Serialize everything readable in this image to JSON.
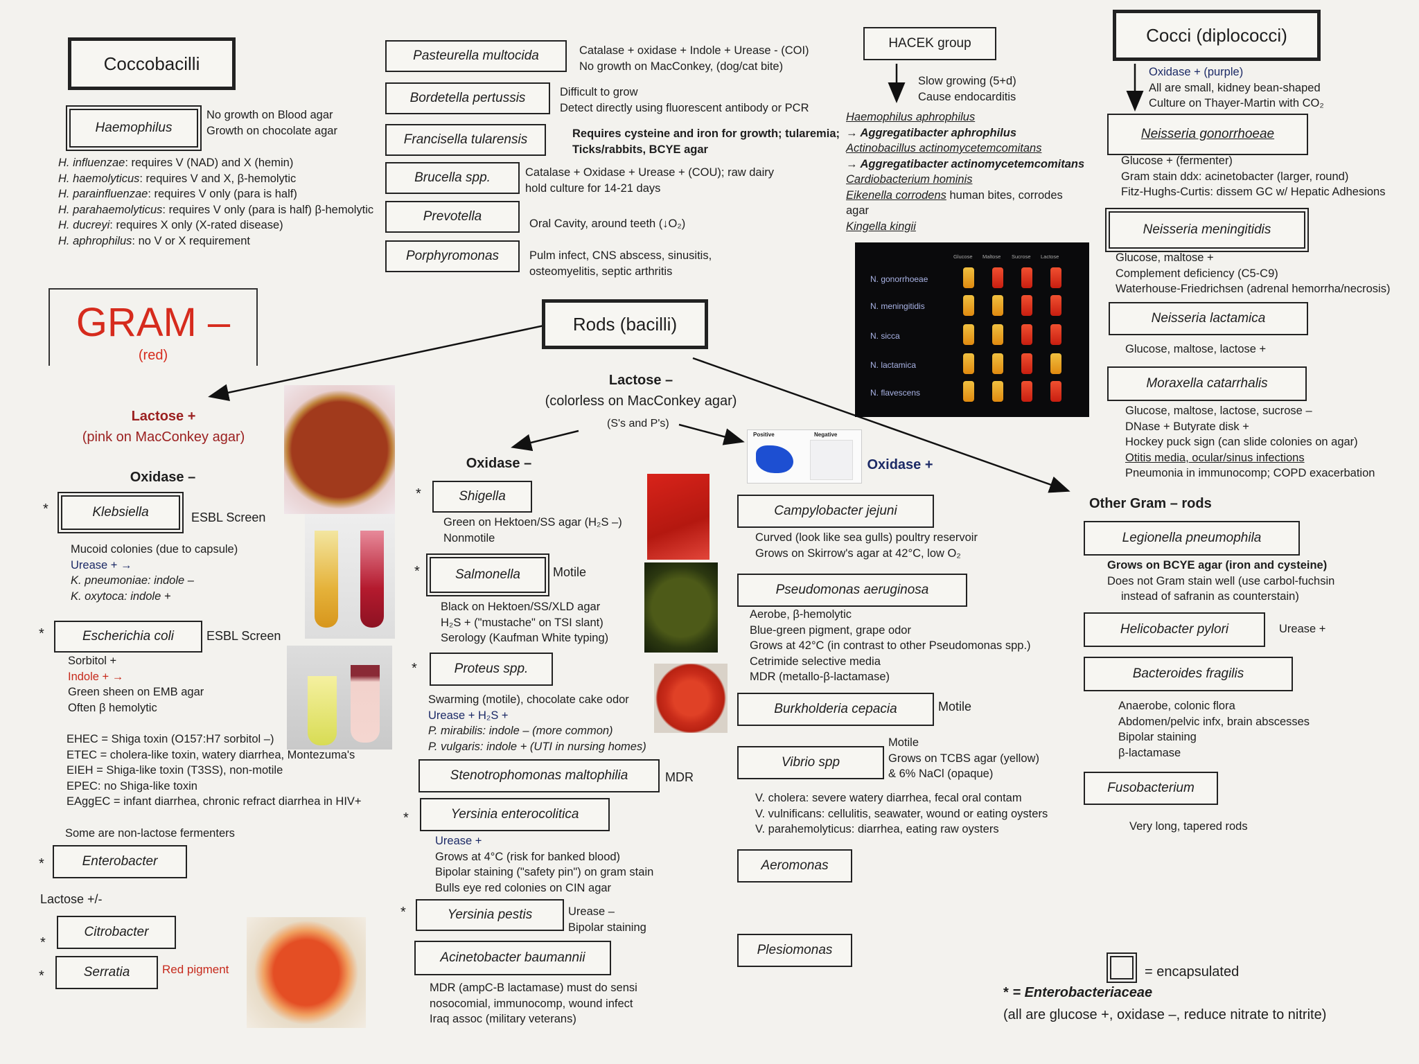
{
  "coccobacilli": {
    "title": "Coccobacilli",
    "haemophilus": {
      "box": "Haemophilus",
      "notes": [
        "No growth on Blood agar",
        "Growth on chocolate agar"
      ],
      "species": [
        {
          "name": "H. influenzae",
          "desc": ": requires V (NAD) and X (hemin)"
        },
        {
          "name": "H. haemolyticus",
          "desc": ": requires V and X, β-hemolytic"
        },
        {
          "name": "H. parainfluenzae",
          "desc": ": requires V only (para is half)"
        },
        {
          "name": "H. parahaemolyticus",
          "desc": ": requires V only (para is half) β-hemolytic"
        },
        {
          "name": "H. ducreyi",
          "desc": ": requires X only (X-rated disease)"
        },
        {
          "name": "H. aphrophilus",
          "desc": ": no V or X requirement"
        }
      ]
    },
    "others": [
      {
        "name": "Pasteurella multocida",
        "lines": [
          "Catalase + oxidase + Indole + Urease -  (COI)",
          "No growth on MacConkey, (dog/cat bite)"
        ]
      },
      {
        "name": "Bordetella pertussis",
        "lines": [
          "Difficult to grow",
          "Detect directly using fluorescent antibody or PCR"
        ]
      },
      {
        "name": "Francisella tularensis",
        "lines": [
          "Requires cysteine and iron for growth; tularemia;",
          "Ticks/rabbits, BCYE agar"
        ]
      },
      {
        "name": "Brucella spp.",
        "lines": [
          "Catalase + Oxidase + Urease + (COU); raw dairy",
          "hold culture for 14-21 days"
        ]
      },
      {
        "name": "Prevotella",
        "lines": [
          "Oral Cavity, around teeth (↓O₂)"
        ]
      },
      {
        "name": "Porphyromonas",
        "lines": [
          "Pulm infect, CNS abscess, sinusitis,",
          "osteomyelitis, septic arthritis"
        ]
      }
    ]
  },
  "hacek": {
    "title": "HACEK group",
    "notes": [
      "Slow growing (5+d)",
      "Cause endocarditis"
    ],
    "members": [
      "Haemophilus aphrophilus",
      "→ Aggregatibacter aphrophilus",
      "Actinobacillus actinomycetemcomitans",
      "→ Aggregatibacter actinomycetemcomitans",
      "Cardiobacterium hominis",
      "Eikenella corrodens",
      " human bites, corrodes",
      "agar",
      "Kingella kingii"
    ]
  },
  "sugar_panel": {
    "columns": [
      "Glucose",
      "Maltose",
      "Sucrose",
      "Lactose"
    ],
    "rows": [
      "N. gonorrhoeae",
      "N. meningitidis",
      "N. sicca",
      "N. lactamica",
      "N. flavescens"
    ]
  },
  "cocci": {
    "title": "Cocci (diplococci)",
    "notes": [
      "Oxidase + (purple)",
      "All are small, kidney bean-shaped",
      "Culture on Thayer-Martin with CO₂"
    ],
    "species": [
      {
        "name": "Neisseria gonorrhoeae",
        "lines": [
          "Glucose + (fermenter)",
          "Gram stain ddx: acinetobacter (larger, round)",
          "Fitz-Hughs-Curtis: dissem GC w/ Hepatic Adhesions"
        ]
      },
      {
        "name": "Neisseria meningitidis",
        "lines": [
          "Glucose, maltose +",
          "Complement deficiency (C5-C9)",
          "Waterhouse-Friedrichsen (adrenal hemorrha/necrosis)"
        ]
      },
      {
        "name": "Neisseria lactamica",
        "lines": [
          "Glucose, maltose, lactose +"
        ]
      },
      {
        "name": "Moraxella catarrhalis",
        "lines": [
          "Glucose, maltose, lactose, sucrose –",
          "DNase +  Butyrate disk +",
          "Hockey puck sign (can slide colonies on agar)",
          "Otitis media, ocular/sinus infections",
          "Pneumonia in immunocomp; COPD exacerbation"
        ]
      }
    ]
  },
  "gram": {
    "title": "GRAM –",
    "subtitle": "(red)"
  },
  "rods": {
    "title": "Rods (bacilli)"
  },
  "lactose_pos": {
    "title": "Lactose +",
    "subtitle": "(pink on MacConkey agar)",
    "oxidase": "Oxidase –",
    "klebsiella": {
      "name": "Klebsiella",
      "tag": "ESBL Screen",
      "lines": [
        "Mucoid colonies (due to capsule)",
        "Urease + →",
        "K. pneumoniae: indole –",
        "K. oxytoca: indole +"
      ]
    },
    "ecoli": {
      "name": "Escherichia coli",
      "tag": "ESBL Screen",
      "lines": [
        "Sorbitol +",
        "Indole +  →",
        "Green sheen on EMB agar",
        "Often β hemolytic"
      ]
    },
    "ecoli_types": [
      "EHEC = Shiga toxin (O157:H7  sorbitol –)",
      "ETEC = cholera-like toxin, watery diarrhea, Montezuma's",
      "EIEH = Shiga-like toxin (T3SS), non-motile",
      "EPEC: no Shiga-like toxin",
      "EAggEC = infant diarrhea, chronic refract diarrhea in HIV+"
    ],
    "non_lactose_note": "Some are non-lactose fermenters",
    "enterobacter": "Enterobacter",
    "lactose_var": "Lactose +/-",
    "citrobacter": "Citrobacter",
    "serratia": {
      "name": "Serratia",
      "tag": "Red pigment"
    }
  },
  "lactose_neg": {
    "title": "Lactose –",
    "subtitle": "(colorless on MacConkey agar)",
    "sp": "(S's and P's)",
    "oxidase_neg": "Oxidase –",
    "oxidase_pos": "Oxidase +",
    "test_labels": [
      "Positive",
      "Negative"
    ],
    "shigella": {
      "name": "Shigella",
      "lines": [
        "Green on Hektoen/SS agar (H₂S –)",
        "Nonmotile"
      ]
    },
    "salmonella": {
      "name": "Salmonella",
      "tag": "Motile",
      "lines": [
        "Black on Hektoen/SS/XLD agar",
        "H₂S + (\"mustache\" on TSI slant)",
        "Serology (Kaufman White typing)"
      ]
    },
    "proteus": {
      "name": "Proteus spp.",
      "lines": [
        "Swarming (motile), chocolate cake odor",
        "Urease +  H₂S +",
        "P. mirabilis: indole – (more common)",
        "P. vulgaris: indole + (UTI in nursing homes)"
      ]
    },
    "steno": {
      "name": "Stenotrophomonas maltophilia",
      "tag": "MDR"
    },
    "yersinia_ent": {
      "name": "Yersinia enterocolitica",
      "lines": [
        "Urease +",
        "Grows at 4°C (risk for banked blood)",
        "Bipolar staining (\"safety pin\") on gram stain",
        "Bulls eye red colonies on CIN agar"
      ]
    },
    "yersinia_pestis": {
      "name": "Yersinia pestis",
      "lines": [
        "Urease –",
        "Bipolar staining"
      ]
    },
    "acinetobacter": {
      "name": "Acinetobacter baumannii",
      "lines": [
        "MDR (ampC-B lactamase) must do sensi",
        "nosocomial, immunocomp, wound infect",
        "Iraq assoc (military veterans)"
      ]
    },
    "campylobacter": {
      "name": "Campylobacter jejuni",
      "lines": [
        "Curved (look like sea gulls) poultry reservoir",
        "Grows on Skirrow's agar at 42°C, low O₂"
      ]
    },
    "pseudomonas": {
      "name": "Pseudomonas aeruginosa",
      "lines": [
        "Aerobe, β-hemolytic",
        "Blue-green pigment, grape odor",
        "Grows at 42°C (in contrast to other Pseudomonas spp.)",
        "Cetrimide selective media",
        "MDR (metallo-β-lactamase)"
      ]
    },
    "burkholderia": {
      "name": "Burkholderia cepacia",
      "tag": "Motile"
    },
    "vibrio": {
      "name": "Vibrio spp",
      "lines": [
        "Motile",
        "Grows on TCBS agar (yellow)",
        "& 6% NaCl  (opaque)"
      ],
      "species": [
        "V. cholera: severe watery diarrhea, fecal oral contam",
        "V. vulnificans: cellulitis, seawater, wound or eating oysters",
        "V. parahemolyticus: diarrhea, eating raw oysters"
      ]
    },
    "aeromonas": "Aeromonas",
    "plesiomonas": "Plesiomonas"
  },
  "other": {
    "title": "Other Gram – rods",
    "legionella": {
      "name": "Legionella pneumophila",
      "lines": [
        "Grows on BCYE agar (iron and cysteine)",
        "Does not Gram stain well (use carbol-fuchsin",
        "instead of safranin as counterstain)"
      ]
    },
    "helicobacter": {
      "name": "Helicobacter pylori",
      "tag": "Urease +"
    },
    "bacteroides": {
      "name": "Bacteroides fragilis",
      "lines": [
        "Anaerobe, colonic flora",
        "Abdomen/pelvic infx, brain abscesses",
        "Bipolar staining",
        "β-lactamase"
      ]
    },
    "fusobacterium": {
      "name": "Fusobacterium",
      "lines": [
        "Very long, tapered rods"
      ]
    }
  },
  "legend": {
    "encapsulated": "= encapsulated",
    "star_label": "= Enterobacteriaceae",
    "star_note": "(all are glucose +, oxidase –, reduce nitrate to nitrite)"
  },
  "colors": {
    "accent_red": "#d62b1d",
    "navy": "#1c2a66"
  }
}
